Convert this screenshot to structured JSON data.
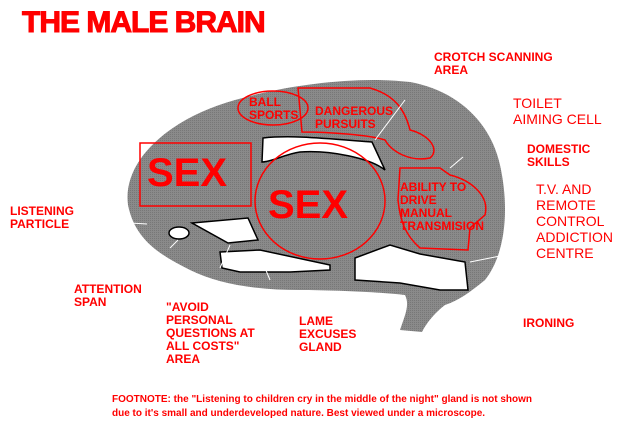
{
  "title": "THE MALE BRAIN",
  "colors": {
    "accent": "#ff0000",
    "brain": "#808080"
  },
  "regions": {
    "sex_box": "SEX",
    "sex_circle": "SEX",
    "ball_sports": "BALL\nSPORTS",
    "dangerous": "DANGEROUS\nPURSUITS",
    "ability": "ABILITY TO\nDRIVE\nMANUAL\nTRANSMISION"
  },
  "labels": {
    "crotch": "CROTCH SCANNING\nAREA",
    "toilet": "TOILET\nAIMING CELL",
    "domestic": "DOMESTIC\nSKILLS",
    "tv": "T.V. AND\nREMOTE\nCONTROL\nADDICTION\nCENTRE",
    "listening": "LISTENING\nPARTICLE",
    "attention": "ATTENTION\nSPAN",
    "avoid": "\"AVOID\nPERSONAL\nQUESTIONS AT\nALL COSTS\"\nAREA",
    "lame": "LAME\nEXCUSES\nGLAND",
    "ironing": "IRONING"
  },
  "footnote": "FOOTNOTE: the \"Listening to children cry in the middle of the night\" gland is not shown\ndue to it's small and underdeveloped nature.  Best viewed under a microscope."
}
